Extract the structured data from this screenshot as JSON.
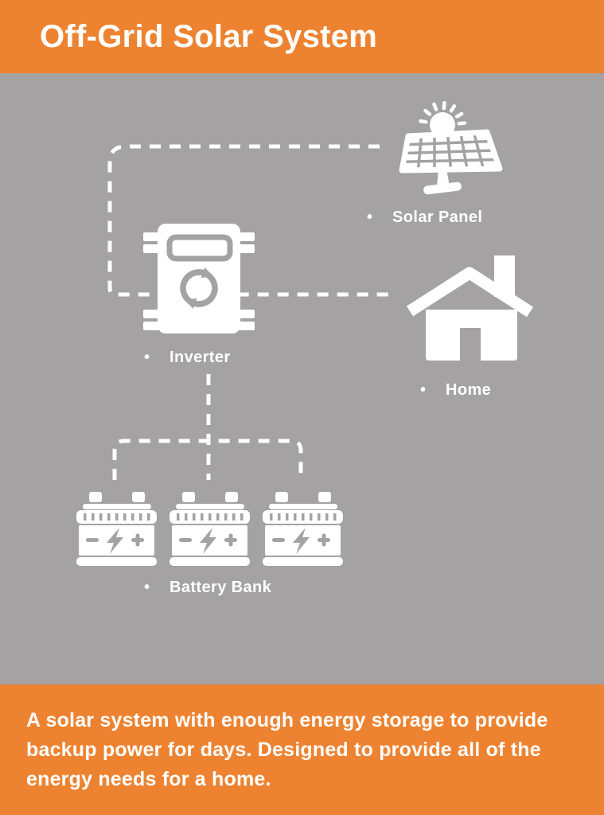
{
  "header": {
    "title": "Off-Grid Solar System"
  },
  "colors": {
    "accent_orange": "#ED8331",
    "background_gray": "#A4A2A3",
    "foreground_white": "#FFFFFF"
  },
  "diagram": {
    "nodes": [
      {
        "id": "solar-panel",
        "bullet": "•",
        "label": "Solar Panel"
      },
      {
        "id": "inverter",
        "bullet": "•",
        "label": "Inverter"
      },
      {
        "id": "home",
        "bullet": "•",
        "label": "Home"
      },
      {
        "id": "battery-bank",
        "bullet": "•",
        "label": "Battery Bank",
        "battery_count": 3
      }
    ],
    "connections": [
      {
        "from": "solar-panel",
        "to": "inverter",
        "style": "dashed"
      },
      {
        "from": "inverter",
        "to": "home",
        "style": "dashed"
      },
      {
        "from": "inverter",
        "to": "battery-bank",
        "style": "dashed"
      }
    ]
  },
  "footer": {
    "lines": [
      "A solar system with enough energy storage to provide",
      "backup power for days. Designed to provide all of the",
      "energy needs for a home."
    ]
  }
}
